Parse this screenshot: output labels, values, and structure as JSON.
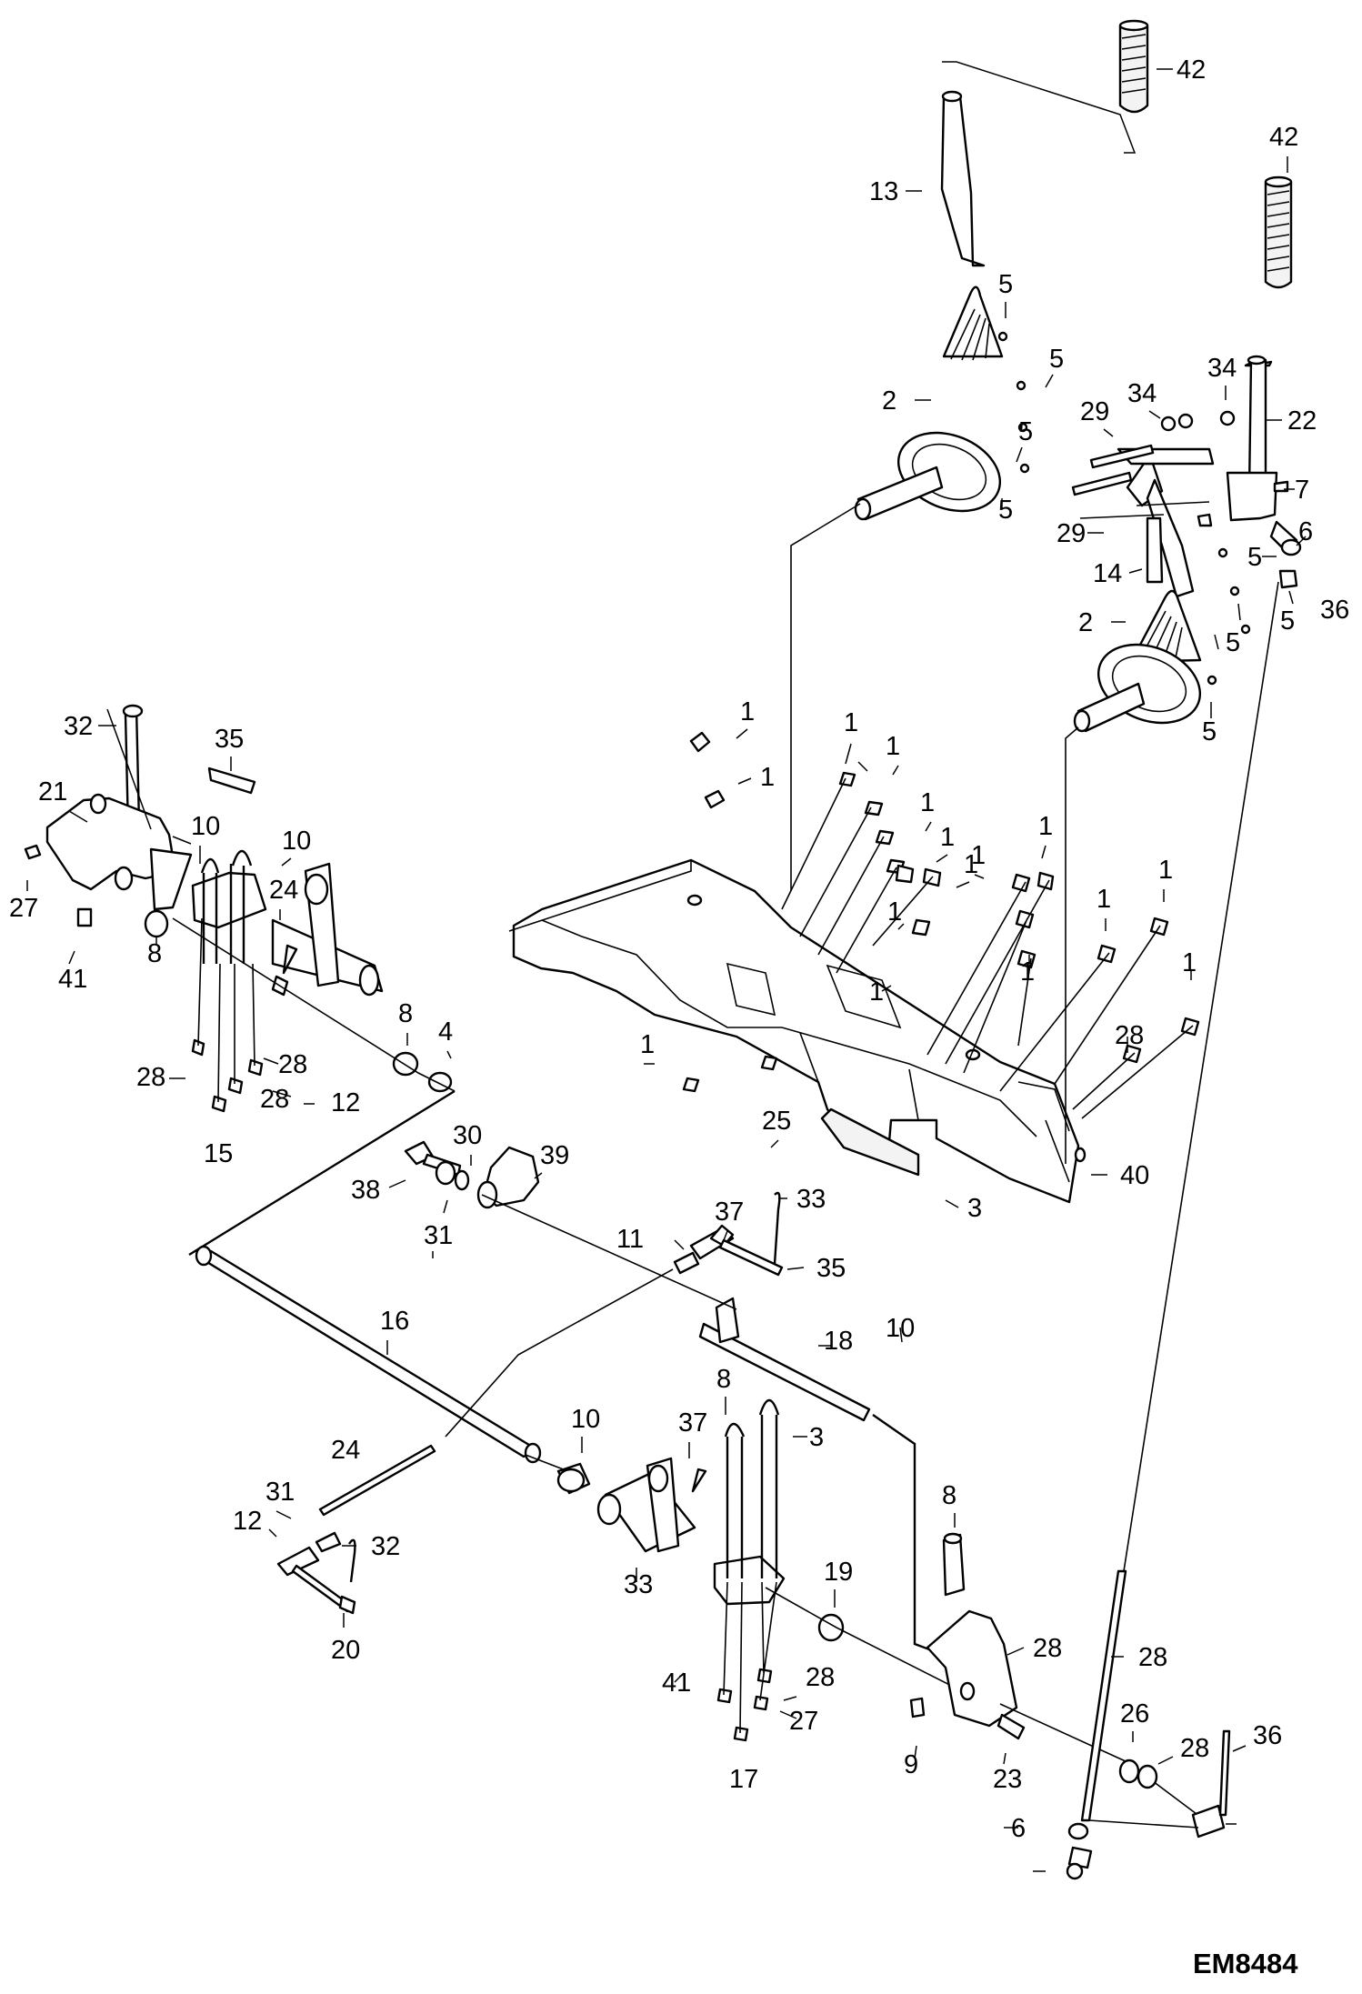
{
  "drawing_id": "EM8484",
  "callouts": [
    {
      "text": "42"
    },
    {
      "text": "42"
    },
    {
      "text": "13"
    },
    {
      "text": "5"
    },
    {
      "text": "5"
    },
    {
      "text": "2"
    },
    {
      "text": "5"
    },
    {
      "text": "5"
    },
    {
      "text": "34"
    },
    {
      "text": "34"
    },
    {
      "text": "29"
    },
    {
      "text": "22"
    },
    {
      "text": "29"
    },
    {
      "text": "7"
    },
    {
      "text": "6"
    },
    {
      "text": "14"
    },
    {
      "text": "5"
    },
    {
      "text": "2"
    },
    {
      "text": "36"
    },
    {
      "text": "5"
    },
    {
      "text": "5"
    },
    {
      "text": "5"
    },
    {
      "text": "32"
    },
    {
      "text": "35"
    },
    {
      "text": "1"
    },
    {
      "text": "1"
    },
    {
      "text": "1"
    },
    {
      "text": "1"
    },
    {
      "text": "21"
    },
    {
      "text": "10"
    },
    {
      "text": "10"
    },
    {
      "text": "1"
    },
    {
      "text": "1"
    },
    {
      "text": "1"
    },
    {
      "text": "1"
    },
    {
      "text": "27"
    },
    {
      "text": "24"
    },
    {
      "text": "1"
    },
    {
      "text": "1"
    },
    {
      "text": "1"
    },
    {
      "text": "41"
    },
    {
      "text": "8"
    },
    {
      "text": "1"
    },
    {
      "text": "1"
    },
    {
      "text": "8"
    },
    {
      "text": "4"
    },
    {
      "text": "1"
    },
    {
      "text": "1"
    },
    {
      "text": "28"
    },
    {
      "text": "28"
    },
    {
      "text": "12"
    },
    {
      "text": "28"
    },
    {
      "text": "1"
    },
    {
      "text": "28"
    },
    {
      "text": "25"
    },
    {
      "text": "15"
    },
    {
      "text": "30"
    },
    {
      "text": "39"
    },
    {
      "text": "38"
    },
    {
      "text": "40"
    },
    {
      "text": "3"
    },
    {
      "text": "31"
    },
    {
      "text": "37"
    },
    {
      "text": "33"
    },
    {
      "text": "11"
    },
    {
      "text": "35"
    },
    {
      "text": "16"
    },
    {
      "text": "10"
    },
    {
      "text": "18"
    },
    {
      "text": "8"
    },
    {
      "text": "24"
    },
    {
      "text": "10"
    },
    {
      "text": "37"
    },
    {
      "text": "3"
    },
    {
      "text": "31"
    },
    {
      "text": "12"
    },
    {
      "text": "32"
    },
    {
      "text": "33"
    },
    {
      "text": "8"
    },
    {
      "text": "20"
    },
    {
      "text": "19"
    },
    {
      "text": "28"
    },
    {
      "text": "28"
    },
    {
      "text": "28"
    },
    {
      "text": "41"
    },
    {
      "text": "27"
    },
    {
      "text": "9"
    },
    {
      "text": "23"
    },
    {
      "text": "26"
    },
    {
      "text": "28"
    },
    {
      "text": "36"
    },
    {
      "text": "17"
    },
    {
      "text": "6"
    }
  ]
}
